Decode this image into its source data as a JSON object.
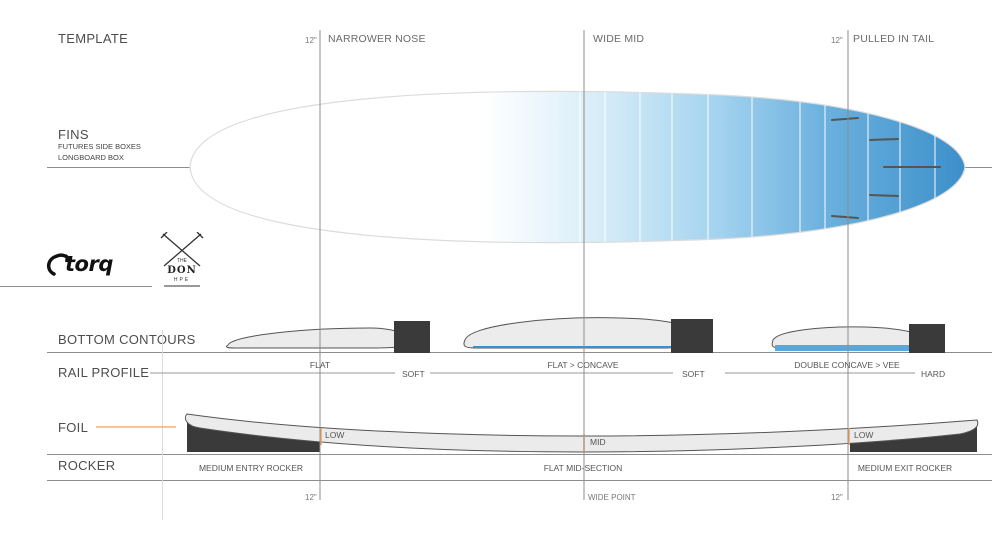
{
  "sections": {
    "template": "TEMPLATE",
    "fins": "FINS",
    "bottom_contours": "BOTTOM  CONTOURS",
    "rail_profile": "RAIL PROFILE",
    "foil": "FOIL",
    "rocker": "ROCKER"
  },
  "fins_detail": {
    "line1": "FUTURES SIDE BOXES",
    "line2": "LONGBOARD BOX"
  },
  "top_labels": {
    "nose_measure": "12\"",
    "nose": "NARROWER NOSE",
    "mid": "WIDE MID",
    "tail_measure": "12\"",
    "tail": "PULLED IN TAIL"
  },
  "bottom_labels": {
    "nose_measure": "12\"",
    "wide_point": "WIDE POINT",
    "tail_measure": "12\""
  },
  "contours": {
    "nose": "FLAT",
    "mid": "FLAT > CONCAVE",
    "tail": "DOUBLE CONCAVE > VEE"
  },
  "rails": {
    "nose": "SOFT",
    "mid": "SOFT",
    "tail": "HARD"
  },
  "foil": {
    "nose": "LOW",
    "mid": "MID",
    "tail": "LOW"
  },
  "rocker": {
    "nose": "MEDIUM ENTRY ROCKER",
    "mid": "FLAT MID-SECTION",
    "tail": "MEDIUM EXIT ROCKER"
  },
  "logos": {
    "brand": "torq",
    "model_the": "THE",
    "model_name": "DON",
    "model_sub": "HPE"
  },
  "colors": {
    "board_blue": "#3d8fca",
    "accent_orange": "#f0a15b",
    "box_dark": "#3a3a3a",
    "line_gray": "#8d8d8d"
  }
}
